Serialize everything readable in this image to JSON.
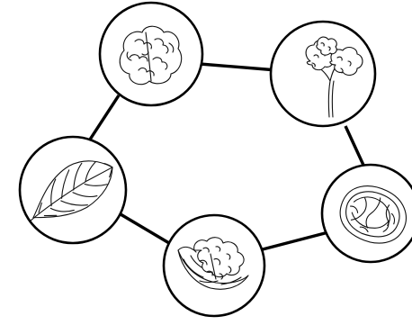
{
  "diagram": {
    "type": "cycle",
    "stroke_color": "#000000",
    "background_color": "#ffffff",
    "nodes": [
      {
        "id": "walnut-kernel",
        "icon": "walnut-kernel-icon"
      },
      {
        "id": "flower",
        "icon": "walnut-flower-icon"
      },
      {
        "id": "walnut-in-husk",
        "icon": "green-walnut-icon"
      },
      {
        "id": "cracked-walnut",
        "icon": "cracked-walnut-icon"
      },
      {
        "id": "leaf",
        "icon": "leaf-icon"
      }
    ],
    "edges": [
      {
        "from": "walnut-kernel",
        "to": "flower"
      },
      {
        "from": "flower",
        "to": "walnut-in-husk"
      },
      {
        "from": "walnut-in-husk",
        "to": "cracked-walnut"
      },
      {
        "from": "cracked-walnut",
        "to": "leaf"
      },
      {
        "from": "leaf",
        "to": "walnut-kernel"
      }
    ]
  }
}
